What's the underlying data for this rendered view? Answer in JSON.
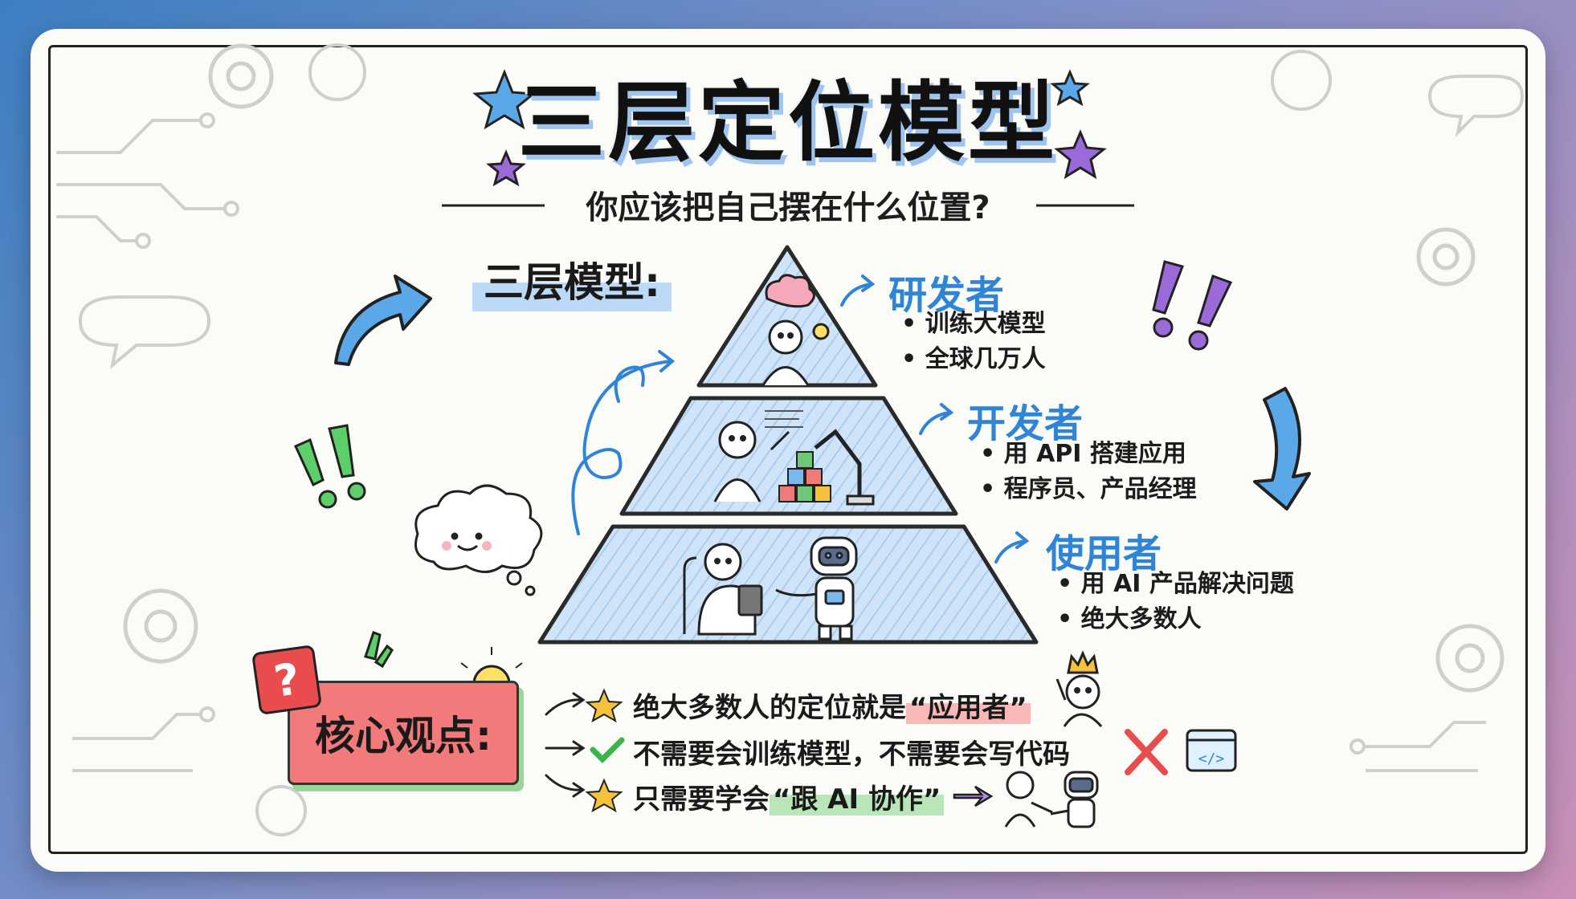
{
  "title": "三层定位模型",
  "subtitle": "你应该把自己摆在什么位置?",
  "model_label": "三层模型:",
  "tiers": [
    {
      "name": "研发者",
      "bullets": [
        "训练大模型",
        "全球几万人"
      ]
    },
    {
      "name": "开发者",
      "bullets": [
        "用 API 搭建应用",
        "程序员、产品经理"
      ]
    },
    {
      "name": "使用者",
      "bullets": [
        "用 AI 产品解决问题",
        "绝大多数人"
      ]
    }
  ],
  "core": {
    "label": "核心观点:",
    "badge": "?",
    "points": [
      {
        "prefix": "绝大多数人的定位就是",
        "highlight": "“应用者”",
        "suffix": "",
        "icon": "star-icon"
      },
      {
        "prefix": "不需要会训练模型，不需要会写代码",
        "highlight": "",
        "suffix": "",
        "icon": "check-icon"
      },
      {
        "prefix": "只需要学会",
        "highlight": "“跟 AI 协作”",
        "suffix": "",
        "icon": "star-icon"
      }
    ]
  },
  "colors": {
    "accent_blue": "#2f84d6",
    "pyramid_fill": "#cfe4f8",
    "core_box": "#f27a7a",
    "highlight_red": "#f8b8b8",
    "highlight_green": "#b8e6b8",
    "star_yellow": "#f6c23c",
    "check_green": "#3bb54a",
    "exclaim_green": "#5ccf6a",
    "exclaim_purple": "#9a6ad8"
  },
  "icons": {
    "code": "</>"
  }
}
